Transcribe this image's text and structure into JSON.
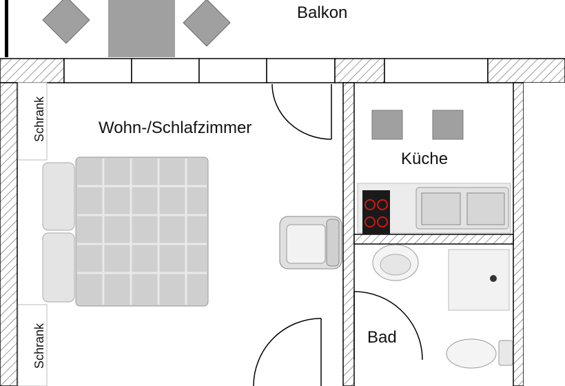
{
  "rooms": {
    "balcony": "Balkon",
    "living": "Wohn-/Schlafzimmer",
    "kitchen": "Küche",
    "bath": "Bad",
    "wardrobe_top": "Schrank",
    "wardrobe_bottom": "Schrank"
  },
  "colors": {
    "wall": "#000000",
    "furniture_gray": "#a0a0a0",
    "hob": "#1a1a1a",
    "hob_ring": "#d01818",
    "bed_gray": "#cfcfcf"
  }
}
